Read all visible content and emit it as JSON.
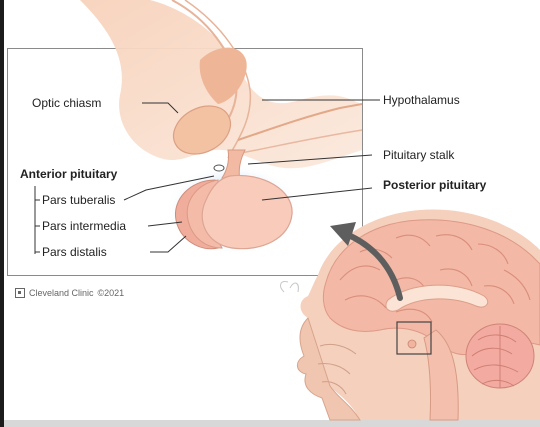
{
  "labels": {
    "optic_chiasm": "Optic chiasm",
    "hypothalamus": "Hypothalamus",
    "pituitary_stalk": "Pituitary stalk",
    "anterior_pituitary": "Anterior pituitary",
    "posterior_pituitary": "Posterior pituitary",
    "pars_tuberalis": "Pars tuberalis",
    "pars_intermedia": "Pars intermedia",
    "pars_distalis": "Pars distalis"
  },
  "credit": {
    "brand": "Cleveland Clinic",
    "copyright": "©2021"
  },
  "colors": {
    "tissue": "#f3c4a6",
    "tissue_dark": "#e9a88a",
    "gland": "#f6c1b2",
    "glow": "#cfe3f6",
    "arrow": "#5e5e5e",
    "leader": "#333333",
    "frame": "#8a8a8a"
  }
}
